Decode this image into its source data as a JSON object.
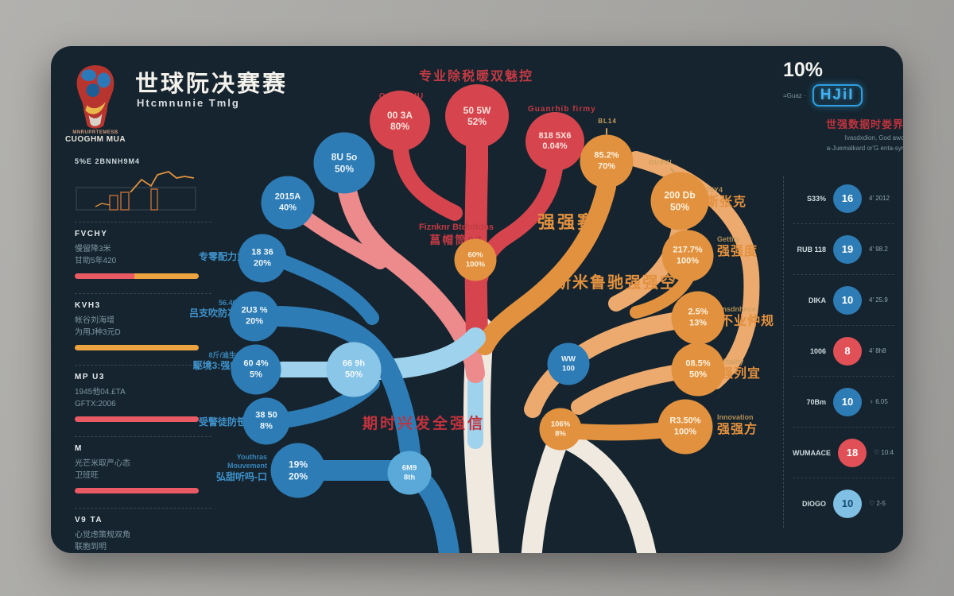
{
  "accent_colors": {
    "card_bg": "#15242e",
    "red": "#d6454e",
    "salmon": "#ec8a8c",
    "orange": "#e2913f",
    "light_orange": "#edaa6e",
    "blue": "#2e7cb5",
    "light_blue": "#8ac6e8",
    "cream": "#efe9e0",
    "red_text": "#c23a44",
    "neon_blue": "#2f9fe0"
  },
  "header": {
    "title": "世球阮决赛赛",
    "subtitle": "Htcmnunie Tmlg",
    "logo_line1": "MNRUPRTEMESB",
    "logo_line2": "CUOGHM MUA",
    "center_heading": "专业除税暖双魅控"
  },
  "top_right": {
    "percent": "10%",
    "brand_pre": "=Guaz ·",
    "logo_text": "HJiI",
    "red_line": "世强数据时娄界餐怡刊",
    "paragraph_line1": "Ivasdxdion, God awcev+od oec'd",
    "paragraph_line2": "a-Juemalkard or'G enta-syrell Gode ora"
  },
  "left_panel": {
    "chart_label": "5%E 2BNNH9M4",
    "sections": [
      {
        "header": "FVCHY",
        "line1": "慢留降3米",
        "line2": "甘助5年420"
      },
      {
        "header": "KVH3",
        "line1": "帐谷刘海增",
        "line2": "为用J种3元D"
      },
      {
        "header": "MP U3",
        "line1": "1945他04.£TA",
        "line2": "GFTX:2006"
      },
      {
        "header": "M",
        "line1": "光芒米取严心态",
        "line2": "卫班旺"
      },
      {
        "header": "V9 TA",
        "line1": "心觉虑策规双角",
        "line2": "联胞到明"
      }
    ]
  },
  "tree": {
    "nodes": [
      {
        "v1": "00 3A",
        "v2": "80%"
      },
      {
        "v1": "50 5W",
        "v2": "52%"
      },
      {
        "v1": "818 5X6",
        "v2": "0.04%"
      },
      {
        "v1": "85.2%",
        "v2": "70%"
      },
      {
        "v1": "200 Db",
        "v2": "50%"
      },
      {
        "v1": "217.7%",
        "v2": "100%"
      },
      {
        "v1": "60%",
        "v2": "100%"
      },
      {
        "v1": "2.5%",
        "v2": "13%"
      },
      {
        "v1": "08.5%",
        "v2": "50%"
      },
      {
        "v1": "R3.50%",
        "v2": "100%"
      },
      {
        "v1": "106%",
        "v2": "8%"
      },
      {
        "v1": "8U 5o",
        "v2": "50%"
      },
      {
        "v1": "2015A",
        "v2": "40%"
      },
      {
        "v1": "18 36",
        "v2": "20%"
      },
      {
        "v1": "2U3 %",
        "v2": "20%"
      },
      {
        "v1": "60 4%",
        "v2": "5%"
      },
      {
        "v1": "38 50",
        "v2": "8%"
      },
      {
        "v1": "19%",
        "v2": "20%"
      },
      {
        "v1": "66 9h",
        "v2": "50%"
      },
      {
        "v1": "6M9",
        "v2": "8th"
      },
      {
        "v1": "WW",
        "v2": "100"
      }
    ],
    "labels": [
      {
        "lines": [
          "OOHTFUU"
        ]
      },
      {
        "lines": [
          "Guanrhib firmy"
        ]
      },
      {
        "lines": [
          "BL14"
        ]
      },
      {
        "lines": [
          "OU9U!"
        ]
      },
      {
        "lines": [
          "73Y4",
          "斯张克"
        ]
      },
      {
        "lines": [
          "Gettity",
          "强强度"
        ]
      },
      {
        "lines": [
          "Insdnhnce",
          "不业仲规"
        ]
      },
      {
        "lines": [
          "Vitality",
          "强列宜"
        ]
      },
      {
        "lines": [
          "Innovation",
          "强强方"
        ]
      },
      {
        "lines": [
          "专零配力力"
        ]
      },
      {
        "lines": [
          "56.40/04",
          "吕支吹防况石"
        ]
      },
      {
        "lines": [
          "8斤/迪生3%",
          "駆境3:强K气"
        ]
      },
      {
        "lines": [
          "受警徒防笹"
        ]
      },
      {
        "lines": [
          "Youthras",
          "Mouvement",
          "弘甜听吗-口"
        ]
      },
      {
        "lines": [
          "Fiznknr Btdtdtdns",
          "菖帽筒07"
        ]
      },
      {
        "lines": [
          "强强赛"
        ]
      },
      {
        "lines": [
          "斯米鲁驰强强空"
        ]
      },
      {
        "lines": [
          "期时兴发全强信"
        ]
      }
    ]
  },
  "right_list": {
    "rows": [
      {
        "label": "S33%",
        "value": "16",
        "meta": "4' 2012"
      },
      {
        "label": "RUB 118",
        "value": "19",
        "meta": "4' 98.2"
      },
      {
        "label": "DIKA",
        "value": "10",
        "meta": "4' 25.9"
      },
      {
        "label": "1006",
        "value": "8",
        "meta": "4' 8h8"
      },
      {
        "label": "70Bm",
        "value": "10",
        "meta": "♀ 6.05"
      },
      {
        "label": "WUMAACE",
        "value": "18",
        "meta": "♡ 10:4"
      },
      {
        "label": "DIOGO",
        "value": "10",
        "meta": "♡ 2-5"
      }
    ]
  }
}
